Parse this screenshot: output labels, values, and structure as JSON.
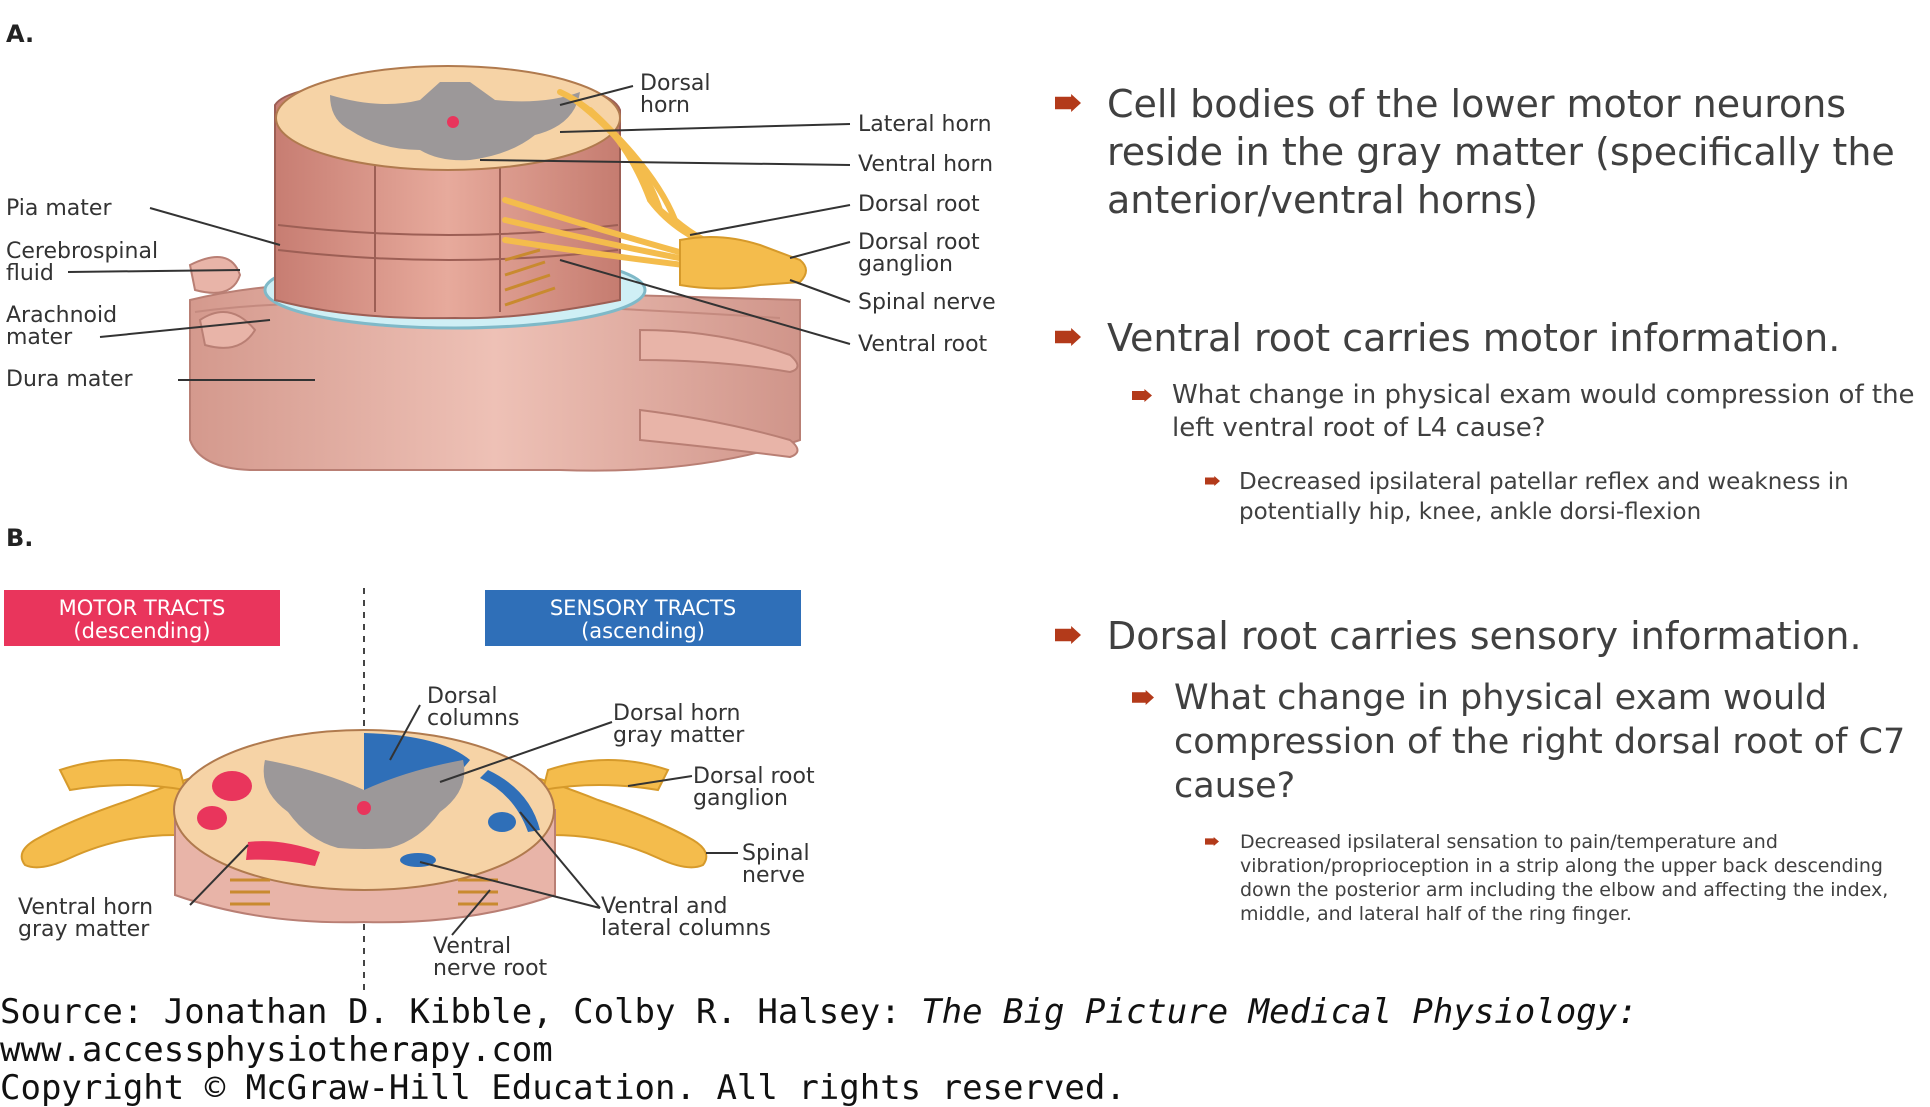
{
  "figure": {
    "panel_a": "A.",
    "panel_b": "B.",
    "a_labels": {
      "dorsal_horn_1": "Dorsal",
      "dorsal_horn_2": "horn",
      "lateral_horn": "Lateral horn",
      "ventral_horn": "Ventral horn",
      "dorsal_root": "Dorsal root",
      "drg_1": "Dorsal root",
      "drg_2": "ganglion",
      "spinal_nerve": "Spinal nerve",
      "ventral_root": "Ventral root",
      "pia_mater": "Pia mater",
      "csf_1": "Cerebrospinal",
      "csf_2": "fluid",
      "arachnoid_1": "Arachnoid",
      "arachnoid_2": "mater",
      "dura_mater": "Dura mater"
    },
    "b_labels": {
      "motor_1": "MOTOR TRACTS",
      "motor_2": "(descending)",
      "sensory_1": "SENSORY TRACTS",
      "sensory_2": "(ascending)",
      "dorsal_columns_1": "Dorsal",
      "dorsal_columns_2": "columns",
      "dh_gray_1": "Dorsal horn",
      "dh_gray_2": "gray matter",
      "drg_1": "Dorsal root",
      "drg_2": "ganglion",
      "spinal_nerve_1": "Spinal",
      "spinal_nerve_2": "nerve",
      "vh_gray_1": "Ventral horn",
      "vh_gray_2": "gray matter",
      "ventral_nerve_root_1": "Ventral",
      "ventral_nerve_root_2": "nerve root",
      "vl_columns_1": "Ventral and",
      "vl_columns_2": "lateral columns"
    },
    "colors": {
      "motor": "#e9355c",
      "sensory": "#2f6fb8",
      "nerve": "#f4bc4c",
      "gray_matter": "#9c9899",
      "white_matter": "#f6d3a6",
      "cord": "#d9968a",
      "accent_arrow": "#b33a1a"
    }
  },
  "bullets": {
    "b1": "Cell bodies of the lower motor neurons reside in the gray matter (specifically the anterior/ventral horns)",
    "b2": "Ventral root carries motor information.",
    "b2_1": "What change in physical exam would compression of the left ventral root of L4 cause?",
    "b2_1_1": "Decreased ipsilateral patellar reflex and weakness in potentially hip, knee, ankle dorsi-flexion",
    "b3": "Dorsal root carries sensory information.",
    "b3_1": "What change in physical exam would compression of the right dorsal root of C7 cause?",
    "b3_1_1": "Decreased ipsilateral sensation to pain/temperature and vibration/proprioception in a strip along the upper back descending down the posterior arm including the elbow and affecting the index, middle, and lateral half of the ring finger."
  },
  "source": {
    "prefix": "Source: Jonathan D. Kibble, Colby R. Halsey: ",
    "book_title": "The Big Picture Medical Physiology:",
    "url": "www.accessphysiotherapy.com",
    "copyright": "Copyright © McGraw-Hill Education. All rights reserved."
  }
}
